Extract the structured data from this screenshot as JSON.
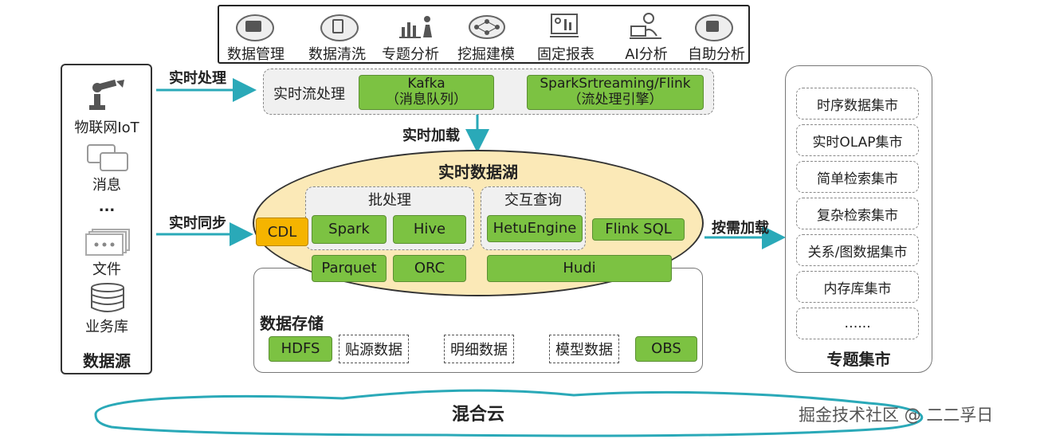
{
  "tools": [
    "数据管理",
    "数据清洗",
    "专题分析",
    "挖掘建模",
    "固定报表",
    "AI分析",
    "自助分析"
  ],
  "sources": {
    "items": [
      "物联网IoT",
      "消息",
      "...",
      "文件",
      "业务库"
    ],
    "title": "数据源"
  },
  "arrows": {
    "realtime_processing": "实时处理",
    "realtime_sync": "实时同步",
    "realtime_load": "实时加载",
    "on_demand_load": "按需加载"
  },
  "stream": {
    "label": "实时流处理",
    "kafka_name": "Kafka",
    "kafka_desc": "（消息队列）",
    "spark_name": "SparkSrtreaming/Flink",
    "spark_desc": "（流处理引擎）"
  },
  "lake": {
    "title": "实时数据湖",
    "cdl": "CDL",
    "batch_title": "批处理",
    "spark": "Spark",
    "hive": "Hive",
    "interactive_title": "交互查询",
    "hetu": "HetuEngine",
    "flink_sql": "Flink SQL",
    "parquet": "Parquet",
    "orc": "ORC",
    "hudi": "Hudi"
  },
  "storage": {
    "title": "数据存储",
    "hdfs": "HDFS",
    "source_data": "贴源数据",
    "detail_data": "明细数据",
    "model_data": "模型数据",
    "obs": "OBS"
  },
  "marts": {
    "items": [
      "时序数据集市",
      "实时OLAP集市",
      "简单检索集市",
      "复杂检索集市",
      "关系/图数据集市",
      "内存库集市",
      "…..."
    ],
    "title": "专题集市"
  },
  "cloud": "混合云",
  "watermark": "掘金技术社区 @ 二二孚日",
  "colors": {
    "green": "#7cc242",
    "orange": "#f5b400",
    "lake_fill": "#fbe9b7",
    "arrow_teal": "#2aa9b8"
  }
}
